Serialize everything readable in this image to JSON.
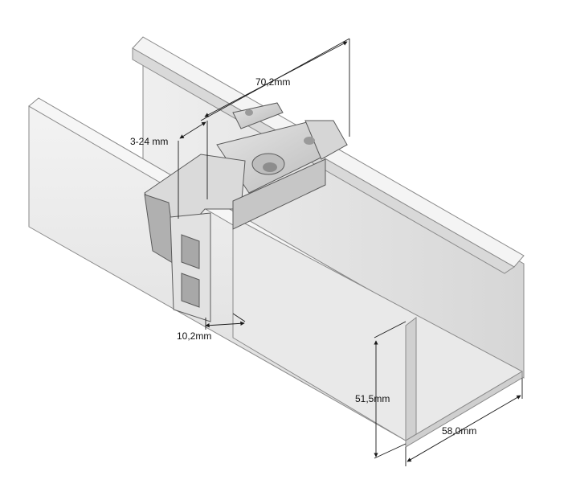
{
  "colors": {
    "background": "#ffffff",
    "rail_face": "#e4e4e4",
    "rail_light": "#f2f2f2",
    "rail_shadow": "#c8c8c8",
    "edge": "#8a8a8a",
    "clamp_metal": "#cfcfcf",
    "clamp_dark": "#9c9c9c",
    "dimension_line": "#1a1a1a"
  },
  "dimensions": {
    "width_top": "70,2mm",
    "thickness_range": "3-24 mm",
    "clamp_gap": "10,2mm",
    "rail_height": "51,5mm",
    "rail_width": "58,0mm"
  }
}
